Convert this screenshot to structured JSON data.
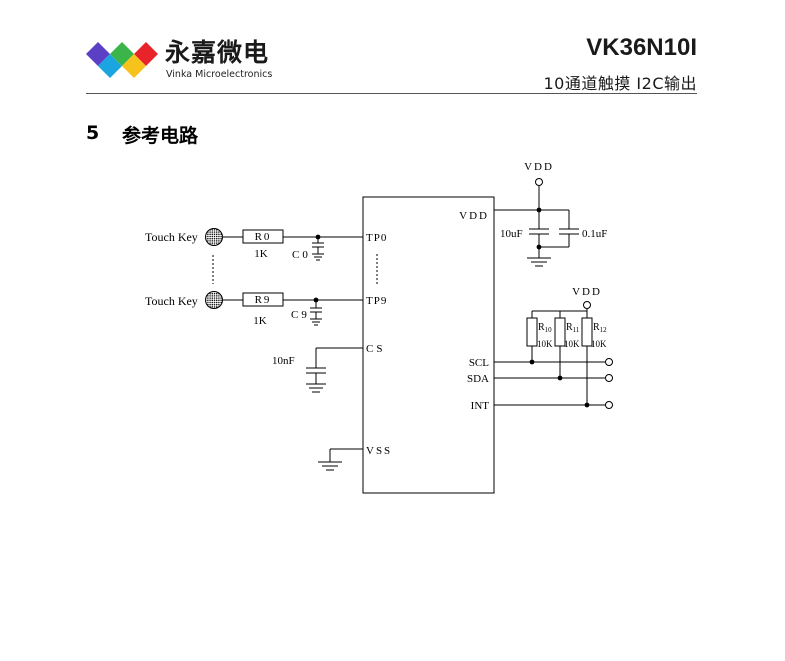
{
  "header": {
    "brand_cn": "永嘉微电",
    "brand_en": "Vinka Microelectronics",
    "model": "VK36N10I",
    "subtitle": "10通道触摸 I2C输出",
    "logo_colors": [
      "#5b3fc4",
      "#1aa4e0",
      "#3bb54a",
      "#e8232a",
      "#f6c21c"
    ]
  },
  "section": {
    "number": "5",
    "title": "参考电路"
  },
  "circuit": {
    "touch_key_top": "Touch Key",
    "touch_key_bottom": "Touch Key",
    "r0_label": "R0",
    "r0_value": "1K",
    "r9_label": "R9",
    "r9_value": "1K",
    "c0_label": "C0",
    "c9_label": "C9",
    "cs_cap_value": "10nF",
    "vdd_top": "VDD",
    "vdd_right": "VDD",
    "cap_10uf": "10uF",
    "cap_01uf": "0.1uF",
    "pins": {
      "vdd": "VDD",
      "tp0": "TP0",
      "tp9": "TP9",
      "cs": "CS",
      "scl": "SCL",
      "sda": "SDA",
      "int": "INT",
      "vss": "VSS"
    },
    "r10_letter": "R",
    "r10_sub": "10",
    "r10_value": "10K",
    "r11_letter": "R",
    "r11_sub": "11",
    "r11_value": "10K",
    "r12_letter": "R",
    "r12_sub": "12",
    "r12_value": "10K"
  }
}
